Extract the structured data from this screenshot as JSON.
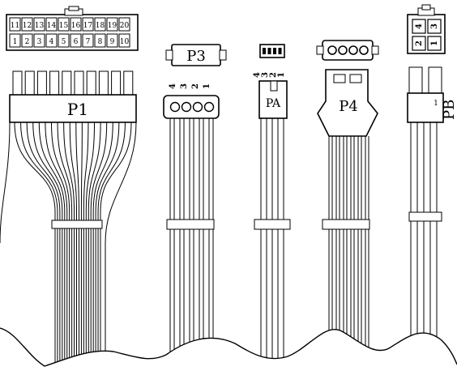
{
  "connectors": {
    "p1": {
      "label": "P1",
      "pin_top_row": [
        "11",
        "12",
        "13",
        "14",
        "15",
        "16",
        "17",
        "18",
        "19",
        "20"
      ],
      "pin_bottom_row": [
        "1",
        "2",
        "3",
        "4",
        "5",
        "6",
        "7",
        "8",
        "9",
        "10"
      ]
    },
    "p3": {
      "label": "P3",
      "pin_numbers": [
        "4",
        "3",
        "2",
        "1"
      ]
    },
    "pa": {
      "label": "PA",
      "pin_numbers": [
        "4",
        "3",
        "2",
        "1"
      ]
    },
    "p4": {
      "label": "P4"
    },
    "pb": {
      "label": "PB",
      "pin_one": "1",
      "pin_grid": [
        "4",
        "3",
        "2",
        "1"
      ]
    }
  }
}
